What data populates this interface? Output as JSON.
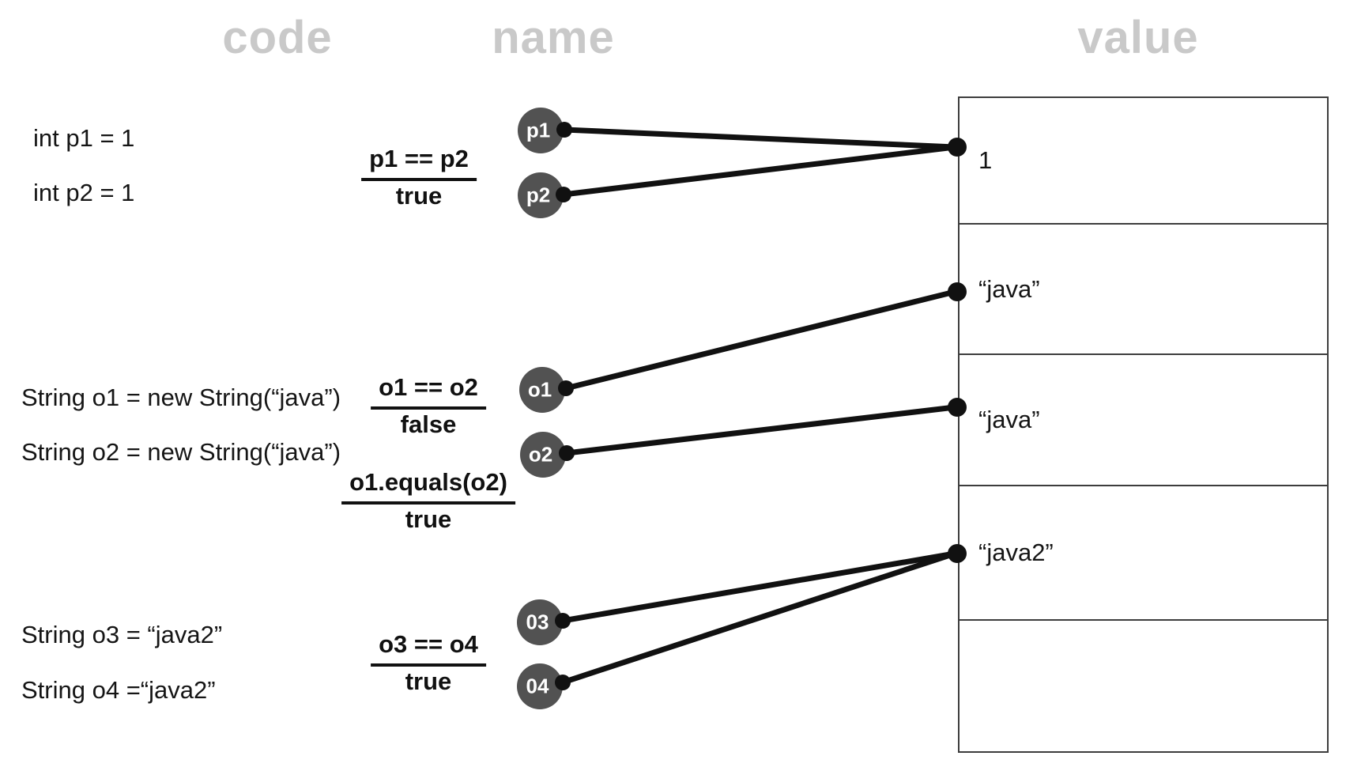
{
  "headers": {
    "code": "code",
    "name": "name",
    "value": "value"
  },
  "code_lines": [
    "int p1 = 1",
    "int p2 = 1",
    "String o1 = new String(“java”)",
    "String o2 = new String(“java”)",
    "String o3 = “java2”",
    "String o4 =“java2”"
  ],
  "comparisons": [
    {
      "expression": "p1 == p2",
      "result": "true"
    },
    {
      "expression": "o1 == o2",
      "result": "false"
    },
    {
      "expression": "o1.equals(o2)",
      "result": "true"
    },
    {
      "expression": "o3 == o4",
      "result": "true"
    }
  ],
  "name_nodes": [
    {
      "label": "p1"
    },
    {
      "label": "p2"
    },
    {
      "label": "o1"
    },
    {
      "label": "o2"
    },
    {
      "label": "03"
    },
    {
      "label": "04"
    }
  ],
  "value_cells": [
    "1",
    "“java”",
    "“java”",
    "“java2”",
    ""
  ],
  "colors": {
    "header_text": "#c9c9c9",
    "body_text": "#151515",
    "node_fill": "#525252",
    "node_text": "#ffffff",
    "connector": "#111111",
    "table_border": "#3d3d3d"
  }
}
